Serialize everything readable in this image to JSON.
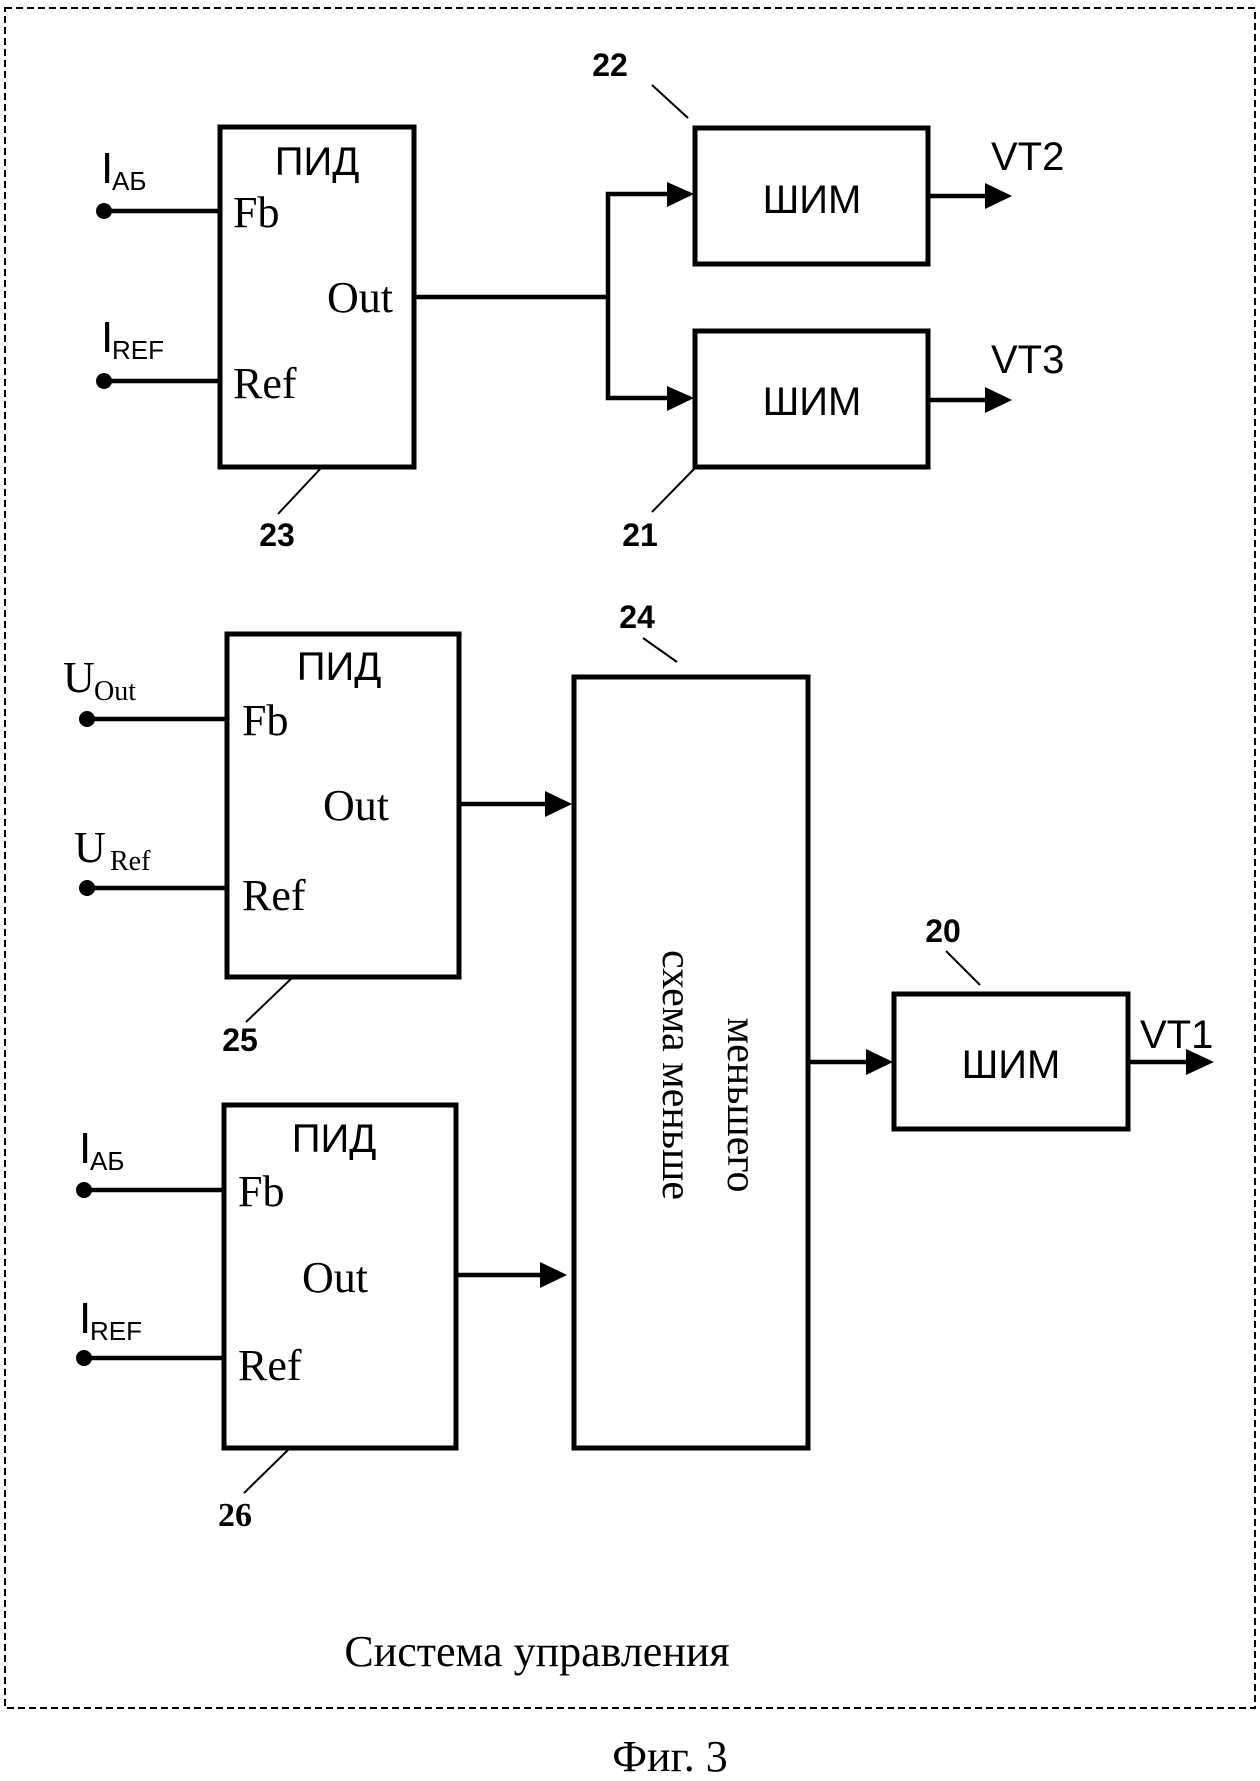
{
  "frame": {
    "title": "Система управления",
    "caption": "Фиг. 3"
  },
  "colors": {
    "ink": "#000000",
    "paper": "#ffffff"
  },
  "top_section": {
    "pid": {
      "ref_number": "23",
      "title": "ПИД",
      "port_fb": "Fb",
      "port_ref": "Ref",
      "port_out": "Out",
      "input_fb": {
        "main": "I",
        "sub": "АБ"
      },
      "input_ref": {
        "main": "I",
        "sub": "REF"
      }
    },
    "pwm_upper": {
      "ref_number": "22",
      "label": "ШИМ",
      "output": "VT2"
    },
    "pwm_lower": {
      "ref_number": "21",
      "label": "ШИМ",
      "output": "VT3"
    }
  },
  "bottom_section": {
    "pid_voltage": {
      "ref_number": "25",
      "title": "ПИД",
      "port_fb": "Fb",
      "port_ref": "Ref",
      "port_out": "Out",
      "input_fb": {
        "main": "U",
        "sub": "Out"
      },
      "input_ref": {
        "main": "U",
        "sub": "Ref"
      }
    },
    "pid_current": {
      "ref_number": "26",
      "title": "ПИД",
      "port_fb": "Fb",
      "port_ref": "Ref",
      "port_out": "Out",
      "input_fb": {
        "main": "I",
        "sub": "АБ"
      },
      "input_ref": {
        "main": "I",
        "sub": "REF"
      }
    },
    "min_selector": {
      "ref_number": "24",
      "label_line1": "схема меньше",
      "label_line2": "меньшего"
    },
    "pwm": {
      "ref_number": "20",
      "label": "ШИМ",
      "output": "VT1"
    }
  }
}
